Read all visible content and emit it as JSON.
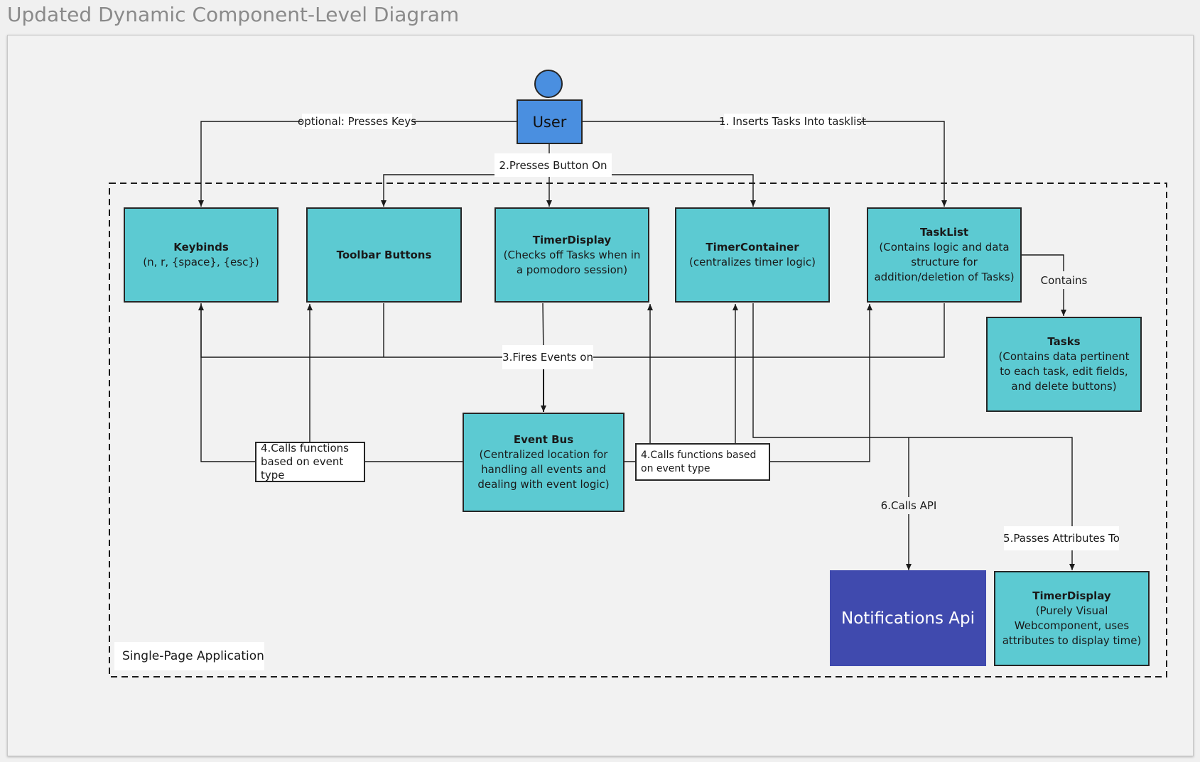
{
  "page_title": "Updated Dynamic Component-Level Diagram",
  "actor": {
    "label": "User"
  },
  "boundary": {
    "label": "Single-Page Application"
  },
  "components": {
    "keybinds": {
      "title": "Keybinds",
      "desc": "(n, r, {space}, {esc})"
    },
    "toolbar": {
      "title": "Toolbar Buttons",
      "desc": ""
    },
    "timer_display_top": {
      "title": "TimerDisplay",
      "desc": "(Checks off Tasks when in a pomodoro session)"
    },
    "timer_container": {
      "title": "TimerContainer",
      "desc": "(centralizes timer logic)"
    },
    "task_list": {
      "title": "TaskList",
      "desc": "(Contains logic and data structure for addition/deletion of Tasks)"
    },
    "tasks": {
      "title": "Tasks",
      "desc": "(Contains data pertinent to each task, edit fields, and delete buttons)"
    },
    "event_bus": {
      "title": "Event Bus",
      "desc": "(Centralized location for handling all events and dealing with event logic)"
    },
    "timer_display_bottom": {
      "title": "TimerDisplay",
      "desc": "(Purely Visual Webcomponent, uses attributes to display time)"
    },
    "notifications_api": {
      "title": "Notifications Api"
    }
  },
  "edge_labels": {
    "presses_keys": "optional: Presses Keys",
    "inserts_tasks": "1. Inserts Tasks Into tasklist",
    "presses_button": "2.Presses Button On",
    "contains": "Contains",
    "fires_events": "3.Fires Events on",
    "calls_functions_left": "4.Calls functions based on event type",
    "calls_functions_right": "4.Calls functions based on event type",
    "passes_attributes": "5.Passes Attributes To",
    "calls_api": "6.Calls API"
  },
  "colors": {
    "component_fill": "#5ccad2",
    "actor_fill": "#4a8fe0",
    "api_fill": "#404aae",
    "line": "#1a1a1a"
  }
}
